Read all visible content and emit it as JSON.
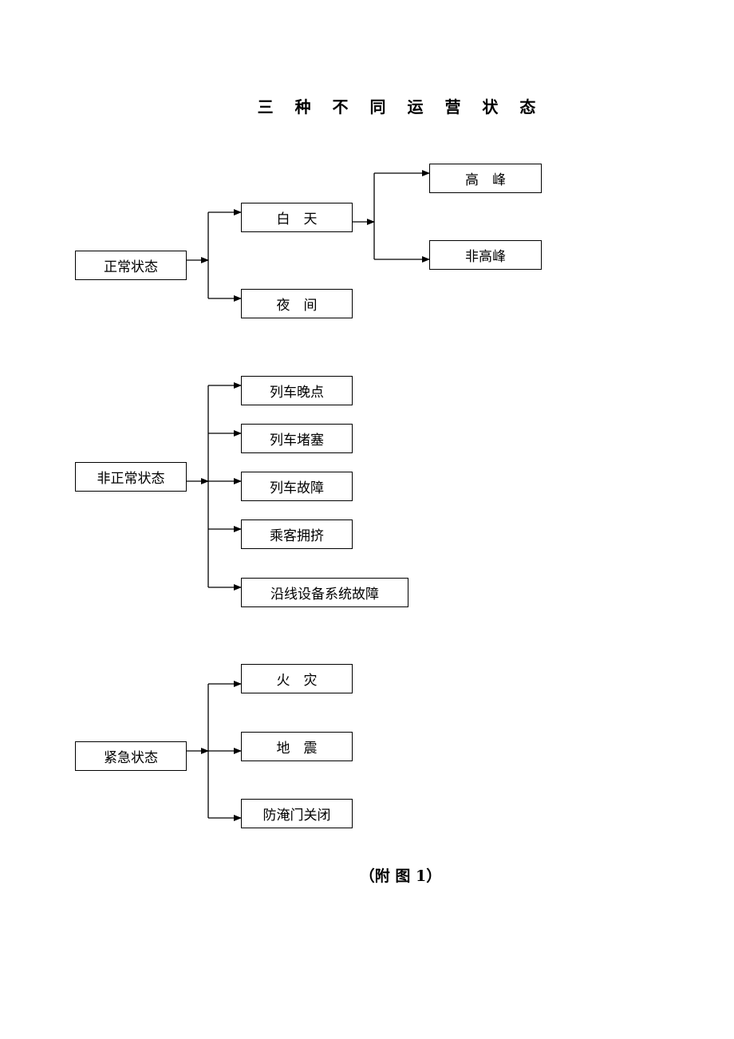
{
  "title": "三 种 不 同 运 营 状 态",
  "caption": "（附 图 1）",
  "groups": [
    {
      "label": "正常状态",
      "children": [
        "白　天",
        "夜　间"
      ],
      "subgroup": {
        "parent": "白　天",
        "children": [
          "高　峰",
          "非高峰"
        ]
      }
    },
    {
      "label": "非正常状态",
      "children": [
        "列车晚点",
        "列车堵塞",
        "列车故障",
        "乘客拥挤",
        "沿线设备系统故障"
      ]
    },
    {
      "label": "紧急状态",
      "children": [
        "火　灾",
        "地　震",
        "防淹门关闭"
      ]
    }
  ]
}
